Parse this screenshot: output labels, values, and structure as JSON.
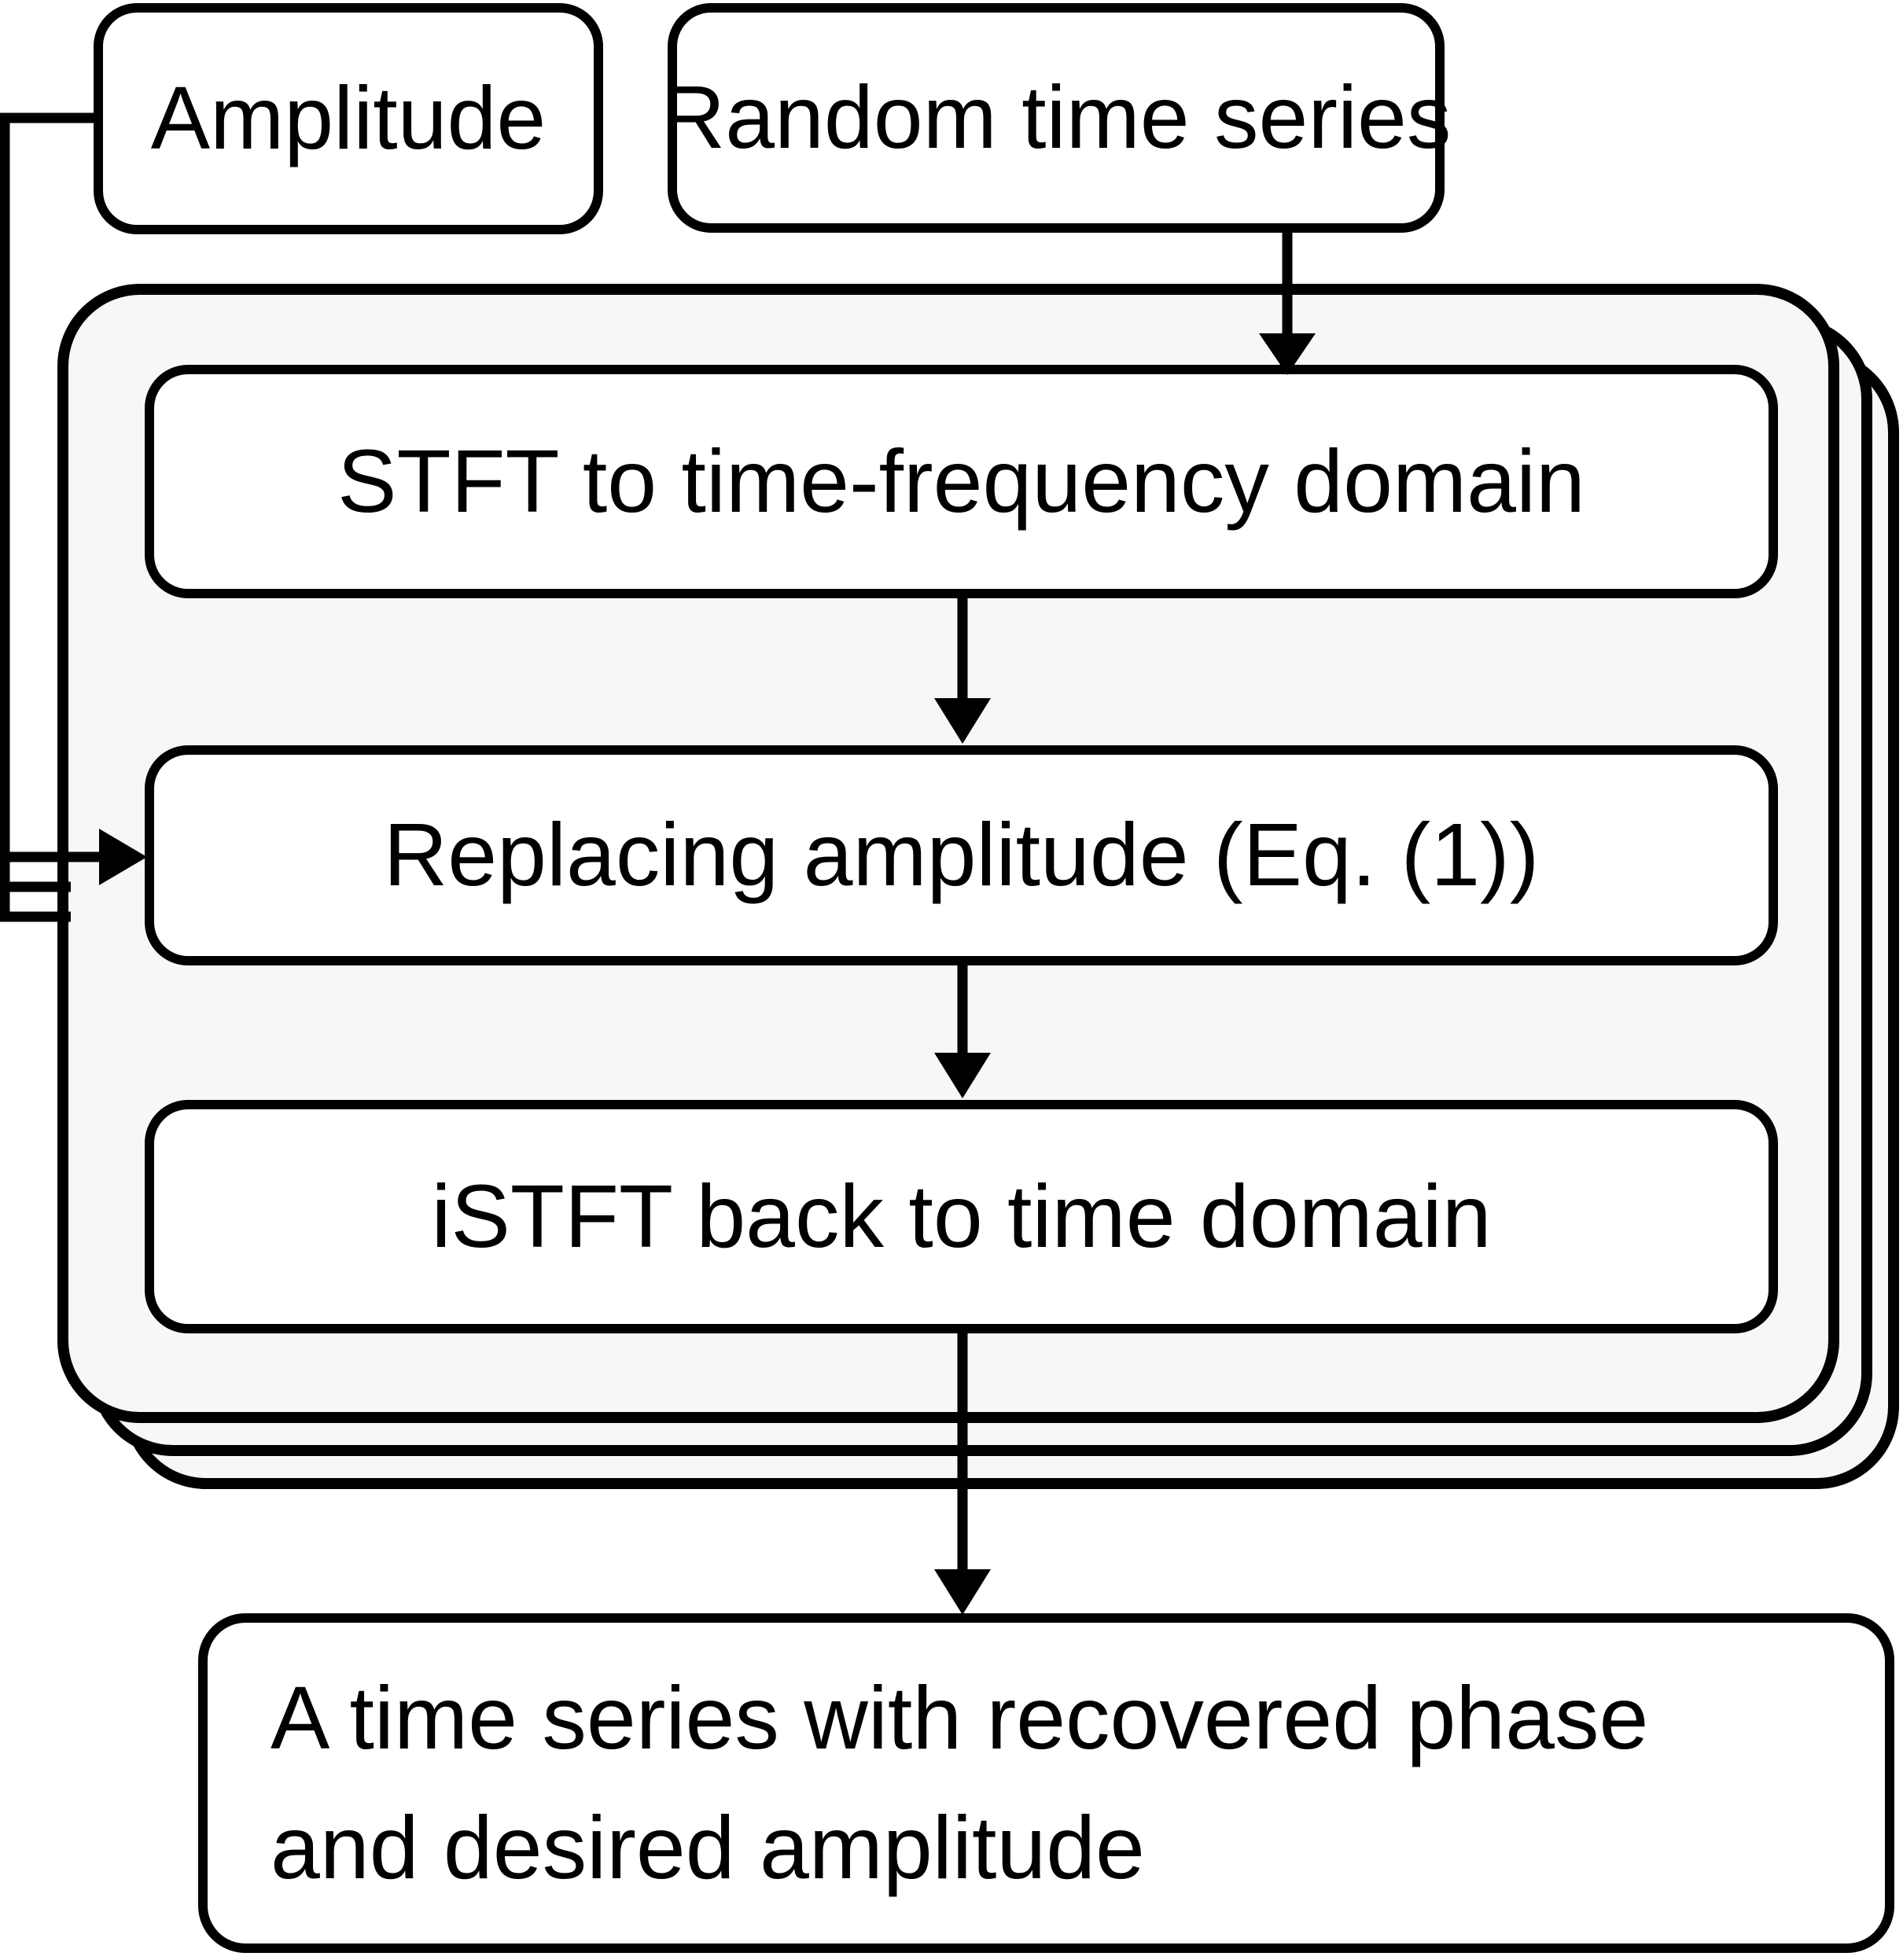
{
  "diagram": {
    "description": "Flowchart of iterative phase recovery: amplitude and a random time series are processed repeatedly by STFT, amplitude replacement and iSTFT to yield a time series with recovered phase",
    "nodes": {
      "amplitude": {
        "label": "Amplitude"
      },
      "random": {
        "label": "Random time series"
      },
      "stft": {
        "label": "STFT to time-frequency domain"
      },
      "replace": {
        "label": "Replacing amplitude (Eq. (1))"
      },
      "istft": {
        "label": "iSTFT back to time domain"
      },
      "output": {
        "lines": [
          "A time series with recovered phase",
          "and desired amplitude"
        ]
      }
    },
    "iteration_stack_layers": 3,
    "colors": {
      "stroke": "#000000",
      "node_fill": "#ffffff",
      "stack_fill": "#f7f7f7",
      "background": "#ffffff"
    }
  }
}
